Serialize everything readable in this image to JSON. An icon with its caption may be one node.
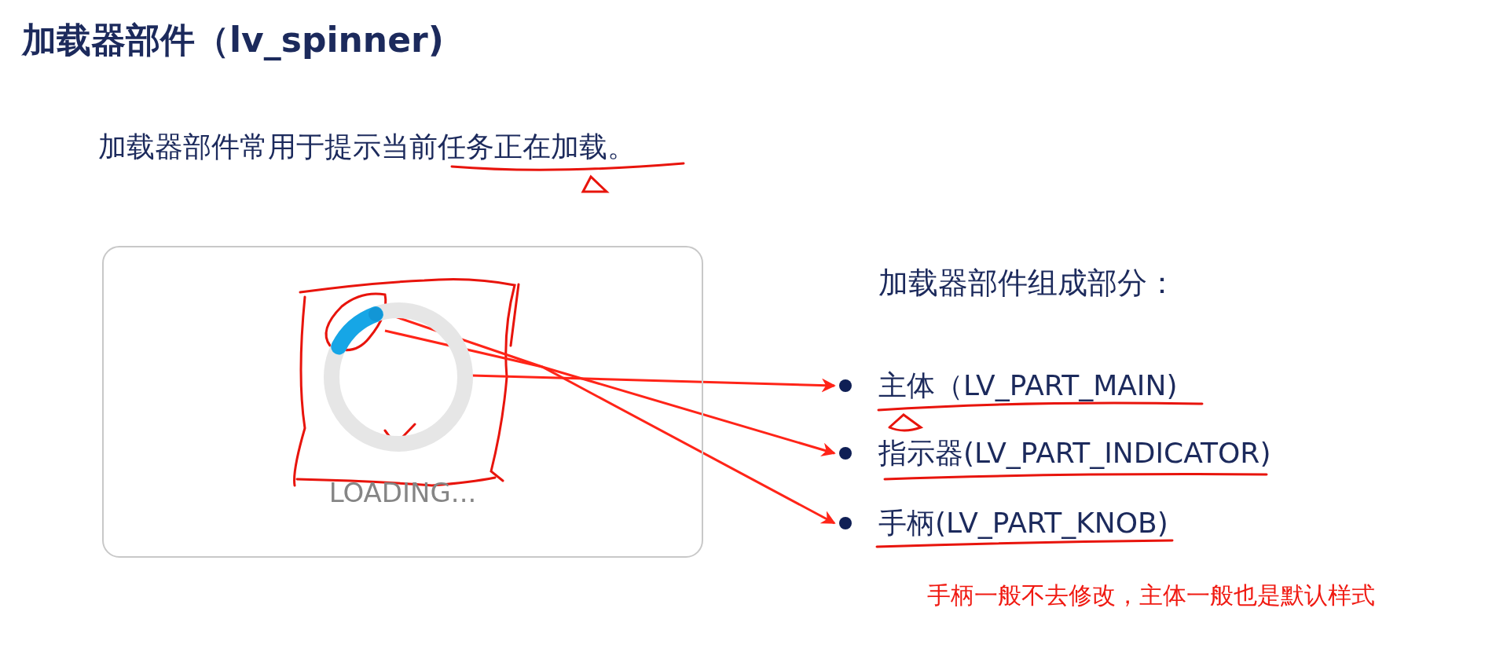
{
  "diagram": {
    "title": "加载器部件（lv_spinner)",
    "nodes": [
      {
        "text": [
          "LOADING..."
        ]
      },
      {
        "text": [],
        "shape": "circle",
        "in": 0
      },
      {
        "text": [],
        "shape": "arc",
        "in": 1
      },
      {
        "text": [],
        "shape": "circle",
        "in": 2
      },
      {
        "text": [
          "主体（LV_PART_MAIN)"
        ]
      },
      {
        "text": [
          "指示器(LV_PART_INDICATOR)"
        ]
      },
      {
        "text": [
          "手柄(LV_PART_KNOB)"
        ]
      }
    ],
    "edges": [
      {
        "from": 1,
        "to": 4,
        "arrow": "to"
      },
      {
        "from": 2,
        "to": 5,
        "arrow": "to"
      },
      {
        "from": 3,
        "to": 6,
        "arrow": "to"
      }
    ],
    "labels": [
      "加载器部件常用于提示当前任务正在加载。",
      "加载器部件组成部分：",
      "手柄一般不去修改，主体一般也是默认样式"
    ]
  }
}
